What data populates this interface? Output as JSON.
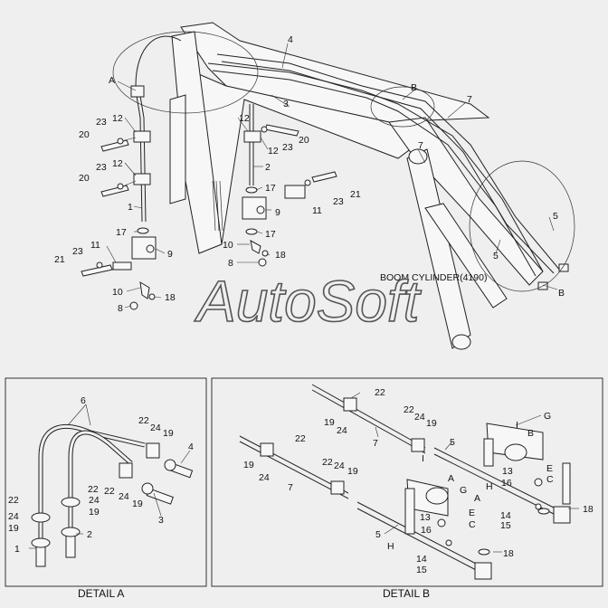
{
  "watermark": "AutoSoft",
  "labels": {
    "main": {
      "A": "A",
      "B_top": "B",
      "B_bottom": "B",
      "p4": "4",
      "p3": "3",
      "p7a": "7",
      "p7b": "7",
      "p5a": "5",
      "p5b": "5",
      "boom_cylinder": "BOOM CYLINDER(4190)",
      "l12a": "12",
      "l12b": "12",
      "l12c": "12",
      "l12d": "12",
      "l20a": "20",
      "l20b": "20",
      "l20c": "20",
      "l23a": "23",
      "l23b": "23",
      "l23c": "23",
      "l23d": "23",
      "l1": "1",
      "l2": "2",
      "l17a": "17",
      "l17b": "17",
      "l17c": "17",
      "l9a": "9",
      "l9b": "9",
      "l11a": "11",
      "l11b": "11",
      "l21a": "21",
      "l21b": "21",
      "l10a": "10",
      "l10b": "10",
      "l18a": "18",
      "l18b": "18",
      "l8a": "8",
      "l8b": "8"
    },
    "detail_a": {
      "caption": "DETAIL A",
      "l6": "6",
      "l4": "4",
      "l3": "3",
      "l2": "2",
      "l1": "1",
      "l22a": "22",
      "l24a": "24",
      "l19a": "19",
      "l22b": "22",
      "l24b": "24",
      "l19b": "19",
      "l22c": "22",
      "l24c": "24",
      "l19c": "19",
      "l22d": "22",
      "l24d": "24",
      "l19d": "19"
    },
    "detail_b": {
      "caption": "DETAIL B",
      "l22a": "22",
      "l24a": "24",
      "l19a": "19",
      "l7a": "7",
      "l22b": "22",
      "l24b": "24",
      "l19b": "19",
      "l22c": "22",
      "l7b": "7",
      "l19c": "19",
      "l24c": "24",
      "l22d": "22",
      "l24d": "24",
      "l19d": "19",
      "G1": "G",
      "G2": "G",
      "I1": "I",
      "I2": "I",
      "A1": "A",
      "A2": "A",
      "B1": "B",
      "E1": "E",
      "E2": "E",
      "C1": "C",
      "C2": "C",
      "H1": "H",
      "H2": "H",
      "l5a": "5",
      "l5b": "5",
      "l13a": "13",
      "l13b": "13",
      "l16a": "16",
      "l16b": "16",
      "l14a": "14",
      "l14b": "14",
      "l15a": "15",
      "l15b": "15",
      "l18a": "18",
      "l18b": "18"
    }
  }
}
